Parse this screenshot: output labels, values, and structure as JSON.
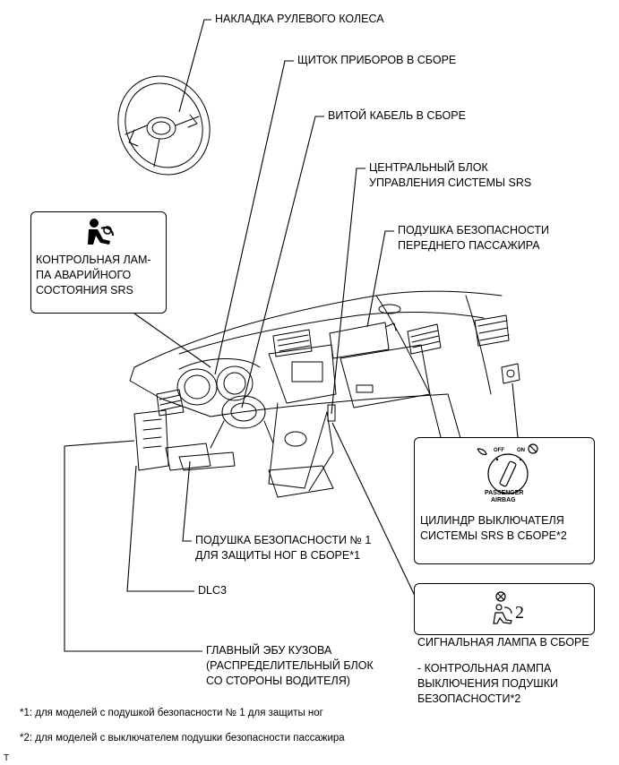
{
  "labels": {
    "steering_pad": "НАКЛАДКА РУЛЕВОГО КОЛЕСА",
    "instrument_cluster": "ЩИТОК ПРИБОРОВ В СБОРЕ",
    "spiral_cable": "ВИТОЙ КАБЕЛЬ В СБОРЕ",
    "center_airbag_sensor_1": "ЦЕНТРАЛЬНЫЙ БЛОК",
    "center_airbag_sensor_2": "УПРАВЛЕНИЯ СИСТЕМЫ SRS",
    "passenger_airbag_1": "ПОДУШКА БЕЗОПАСНОСТИ",
    "passenger_airbag_2": "ПЕРЕДНЕГО ПАССАЖИРА",
    "knee_airbag_1": "ПОДУШКА БЕЗОПАСНОСТИ № 1",
    "knee_airbag_2": "ДЛЯ ЗАЩИТЫ НОГ В СБОРЕ*1",
    "dlc3": "DLC3",
    "main_body_ecu_1": "ГЛАВНЫЙ ЭБУ КУЗОВА",
    "main_body_ecu_2": "(РАСПРЕДЕЛИТЕЛЬНЫЙ БЛОК",
    "main_body_ecu_3": "СО СТОРОНЫ ВОДИТЕЛЯ)"
  },
  "warning_lamp_box": {
    "line1": "КОНТРОЛЬНАЯ ЛАМ-",
    "line2": "ПА АВАРИЙНОГО",
    "line3": "СОСТОЯНИЯ SRS",
    "icon": "airbag-warning-icon"
  },
  "cutoff_switch_box": {
    "line1": "ЦИЛИНДР ВЫКЛЮЧАТЕЛЯ",
    "line2": "СИСТЕМЫ SRS В СБОРЕ*2",
    "off_text": "OFF",
    "on_text": "ON",
    "passenger_text": "PASSENGER",
    "airbag_text": "AIRBAG"
  },
  "indicator_box": {
    "title": "СИГНАЛЬНАЯ ЛАМПА В СБОРЕ",
    "line1": "- КОНТРОЛЬНАЯ ЛАМПА",
    "line2": "ВЫКЛЮЧЕНИЯ ПОДУШКИ",
    "line3": "БЕЗОПАСНОСТИ*2",
    "icon_digit": "2"
  },
  "footnotes": {
    "note1": "*1: для моделей с подушкой безопасности № 1 для защиты ног",
    "note2": "*2: для моделей с выключателем подушки безопасности пассажира"
  },
  "corner_mark": "T"
}
